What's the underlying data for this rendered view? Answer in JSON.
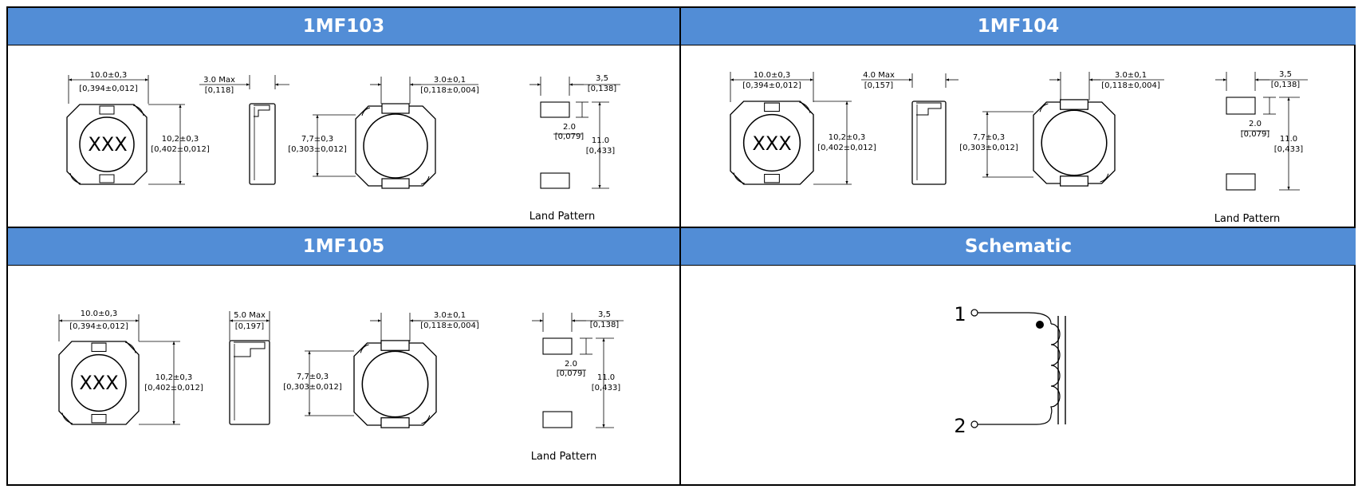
{
  "panels": {
    "mf103": {
      "title": "1MF103",
      "width_dim": "10.0±0,3",
      "width_dim_in": "[0,394±0,012]",
      "height_dim": "10,2±0,3",
      "height_dim_in": "[0,402±0,012]",
      "body_label": "XXX",
      "thickness_dim": "3.0 Max",
      "thickness_dim_in": "[0,118]",
      "pad_w_dim": "3.0±0,1",
      "pad_w_dim_in": "[0,118±0,004]",
      "pad_span_dim": "7,7±0,3",
      "pad_span_dim_in": "[0,303±0,012]",
      "land_a": "3,5",
      "land_a_in": "[0,138]",
      "land_b": "2.0",
      "land_b_in": "[0,079]",
      "land_c": "11.0",
      "land_c_in": "[0,433]",
      "land_caption": "Land Pattern"
    },
    "mf104": {
      "title": "1MF104",
      "width_dim": "10.0±0,3",
      "width_dim_in": "[0,394±0,012]",
      "height_dim": "10,2±0,3",
      "height_dim_in": "[0,402±0,012]",
      "body_label": "XXX",
      "thickness_dim": "4.0 Max",
      "thickness_dim_in": "[0,157]",
      "pad_w_dim": "3.0±0,1",
      "pad_w_dim_in": "[0,118±0,004]",
      "pad_span_dim": "7,7±0,3",
      "pad_span_dim_in": "[0,303±0,012]",
      "land_a": "3,5",
      "land_a_in": "[0,138]",
      "land_b": "2.0",
      "land_b_in": "[0,079]",
      "land_c": "11.0",
      "land_c_in": "[0,433]",
      "land_caption": "Land Pattern"
    },
    "mf105": {
      "title": "1MF105",
      "width_dim": "10.0±0,3",
      "width_dim_in": "[0,394±0,012]",
      "height_dim": "10,2±0,3",
      "height_dim_in": "[0,402±0,012]",
      "body_label": "XXX",
      "thickness_dim": "5.0 Max",
      "thickness_dim_in": "[0,197]",
      "pad_w_dim": "3.0±0,1",
      "pad_w_dim_in": "[0,118±0,004]",
      "pad_span_dim": "7,7±0,3",
      "pad_span_dim_in": "[0,303±0,012]",
      "land_a": "3,5",
      "land_a_in": "[0,138]",
      "land_b": "2.0",
      "land_b_in": "[0,079]",
      "land_c": "11.0",
      "land_c_in": "[0,433]",
      "land_caption": "Land Pattern"
    },
    "schematic": {
      "title": "Schematic",
      "pin1": "1",
      "pin2": "2"
    }
  }
}
